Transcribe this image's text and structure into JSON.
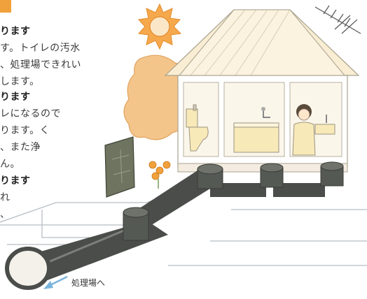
{
  "text": {
    "line1": "ります",
    "line2": "す。トイレの汚水",
    "line3": "、処理場できれい",
    "line4": "します。",
    "line5": "ります",
    "line6": "レになるので",
    "line7": "ります。く",
    "line8": "、また浄",
    "line9": "ん。",
    "line10": "ります",
    "line11": "れ",
    "line12": "、"
  },
  "illustration": {
    "arrow_label": "処理場へ"
  },
  "colors": {
    "accent_orange": "#f1a13b",
    "sun": "#f6a94c",
    "tree": "#f4c58a",
    "roof": "#f9edd3",
    "pipe_dark": "#4a4d49",
    "arrow": "#7ab4dc"
  }
}
